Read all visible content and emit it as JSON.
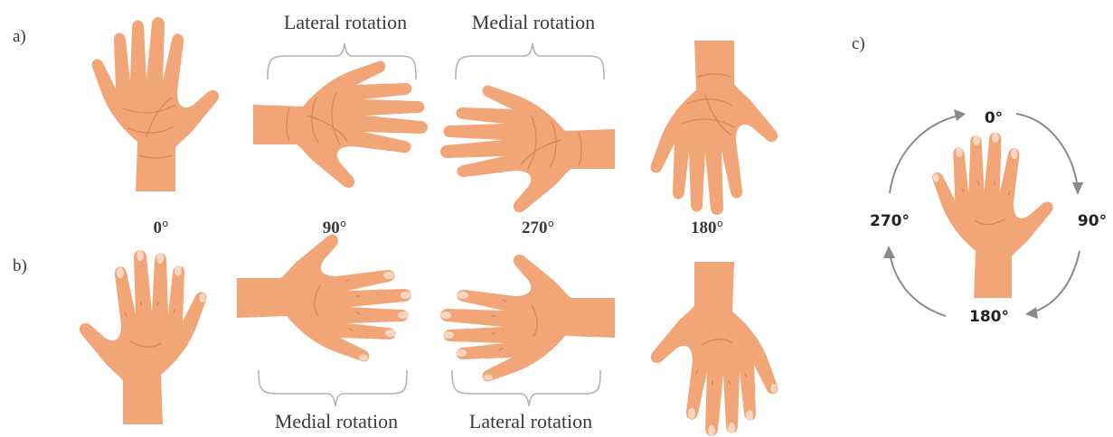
{
  "panels": {
    "a": {
      "label": "a)"
    },
    "b": {
      "label": "b)"
    },
    "c": {
      "label": "c)"
    }
  },
  "row_a": {
    "bracket_left": "Lateral rotation",
    "bracket_right": "Medial rotation"
  },
  "row_b": {
    "bracket_left": "Medial rotation",
    "bracket_right": "Lateral rotation"
  },
  "angles": [
    "0°",
    "90°",
    "270°",
    "180°"
  ],
  "cycle": {
    "top": "0°",
    "right": "90°",
    "bottom": "180°",
    "left": "270°"
  },
  "icons": {
    "hand": "hand-icon",
    "arrow": "curved-arrow-icon"
  },
  "colors": {
    "skin": "#f2a677",
    "skin_shadow": "#e58f5c",
    "bracket": "#b3b3b3",
    "arrow": "#8a8a8a"
  }
}
